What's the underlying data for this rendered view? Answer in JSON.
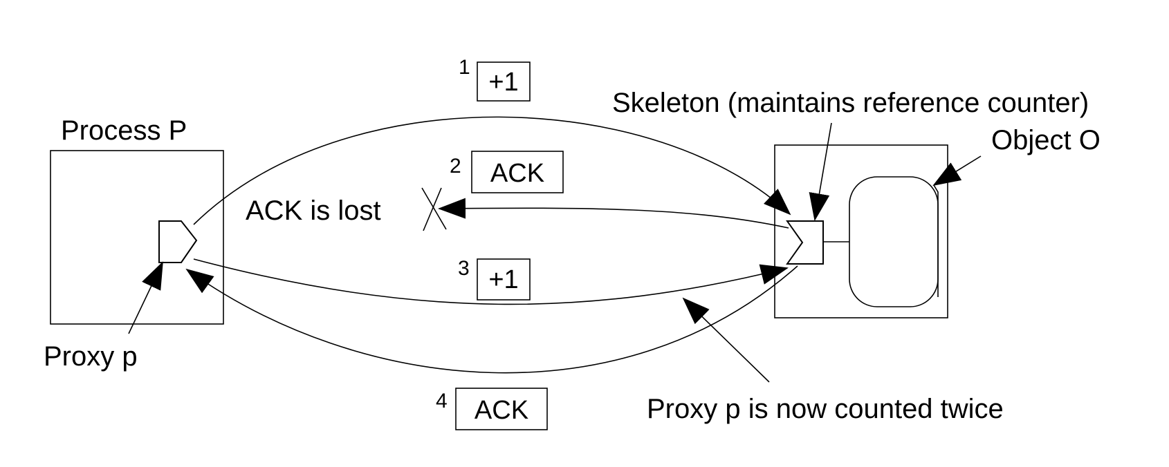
{
  "labels": {
    "process": "Process P",
    "proxy": "Proxy p",
    "skeleton": "Skeleton (maintains reference counter)",
    "object": "Object O",
    "ack_lost": "ACK is lost",
    "counted_twice": "Proxy p is now counted twice"
  },
  "messages": [
    {
      "step": "1",
      "text": "+1"
    },
    {
      "step": "2",
      "text": "ACK"
    },
    {
      "step": "3",
      "text": "+1"
    },
    {
      "step": "4",
      "text": "ACK"
    }
  ]
}
